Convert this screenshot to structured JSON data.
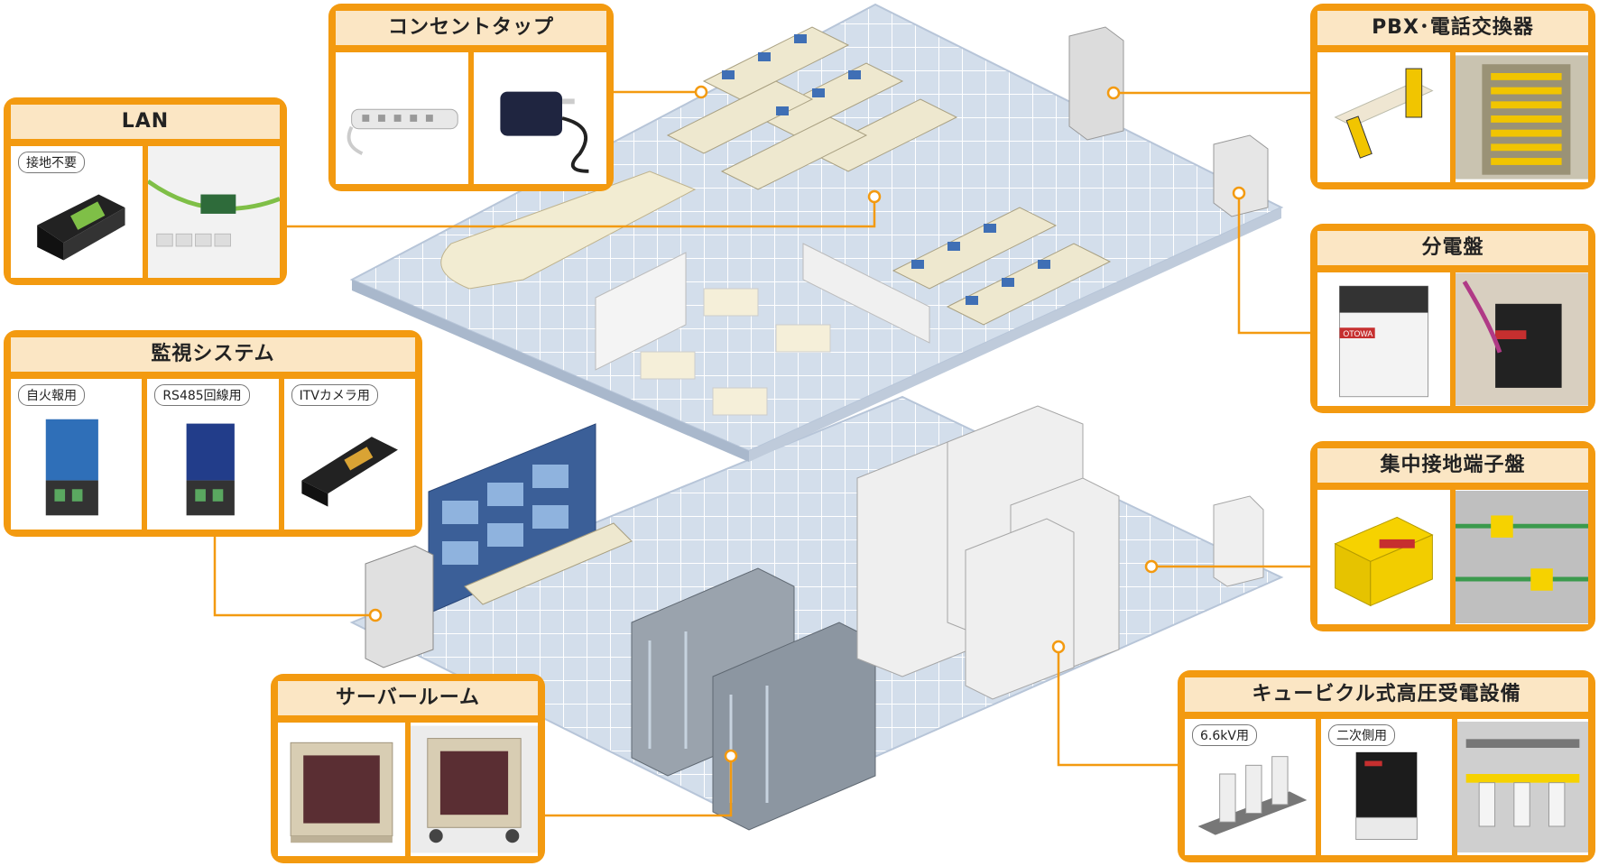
{
  "colors": {
    "accent": "#f39a10",
    "header_bg": "#fbe6c4",
    "floor": "#c9d6e6"
  },
  "panels": {
    "outlet": {
      "title": "コンセントタップ"
    },
    "lan": {
      "title": "LAN",
      "tags": [
        "接地不要"
      ]
    },
    "monitor": {
      "title": "監視システム",
      "tags": [
        "自火報用",
        "RS485回線用",
        "ITVカメラ用"
      ]
    },
    "server": {
      "title": "サーバールーム"
    },
    "pbx": {
      "title": "PBX･電話交換器"
    },
    "distribution": {
      "title": "分電盤"
    },
    "grounding": {
      "title": "集中接地端子盤"
    },
    "cubicle": {
      "title": "キュービクル式高圧受電設備",
      "tags": [
        "6.6kV用",
        "二次側用"
      ]
    }
  },
  "device_labels": {
    "otowa": "OTOWA"
  }
}
